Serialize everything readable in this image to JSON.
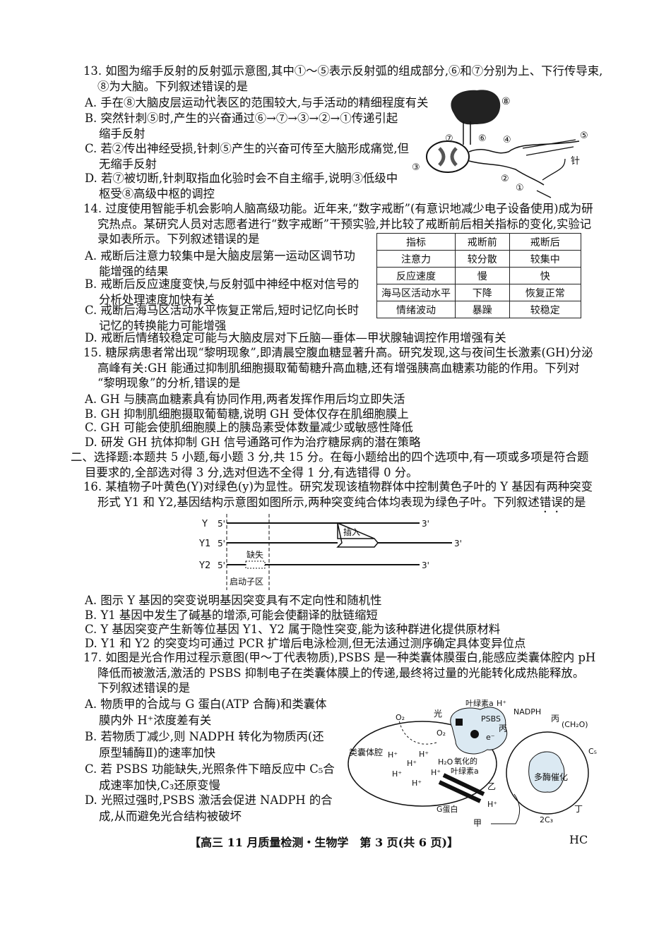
{
  "q13": {
    "stem": [
      "13. 如图为缩手反射的反射弧示意图,其中①～⑤表示反射弧的组成部分,⑥和⑦分别为上、下行传导束,",
      "⑧为大脑。下列叙述错误的是"
    ],
    "A": [
      "A. 手在⑧大脑皮层运动代表区的范围较大,与手活动的精细程度有关"
    ],
    "B": [
      "B. 突然针刺⑤时,产生的兴奋通过⑥→⑦→③→②→①传递引起",
      "缩手反射"
    ],
    "C": [
      "C. 若②传出神经受损,针刺⑤产生的兴奋可传至大脑形成痛觉,但",
      "无缩手反射"
    ],
    "D": [
      "D. 若⑦被切断,针刺取指血化验时会不自主缩手,说明③低级中",
      "枢受⑧高级中枢的调控"
    ],
    "figure": {
      "l8": "⑧",
      "l7": "⑦",
      "l6": "⑥",
      "l4": "④",
      "l5": "⑤",
      "l3": "③",
      "l2": "②",
      "l1": "①",
      "needle": "针"
    }
  },
  "q14": {
    "stem": [
      "14. 过度使用智能手机会影响人脑高级功能。近年来,“数字戒断”(有意识地减少电子设备使用)成为研",
      "究热点。某研究人员对志愿者进行“数字戒断”干预实验,并比较了戒断前后相关指标的变化,实验记",
      "录如表所示。下列叙述错误的是"
    ],
    "A": [
      "A. 戒断后注意力较集中是大脑皮层第一运动区调节功",
      "能增强的结果"
    ],
    "B": [
      "B. 戒断后反应速度变快,与反射弧中神经中枢对信号的",
      "分析处理速度加快有关"
    ],
    "C": [
      "C. 戒断后海马区活动水平恢复正常后,短时记忆向长时",
      "记忆的转换能力可能增强"
    ],
    "D": [
      "D. 戒断后情绪较稳定可能与大脑皮层对下丘脑—垂体—甲状腺轴调控作用增强有关"
    ],
    "table": {
      "headers": [
        "指标",
        "戒断前",
        "戒断后"
      ],
      "rows": [
        [
          "注意力",
          "较分散",
          "较集中"
        ],
        [
          "反应速度",
          "慢",
          "快"
        ],
        [
          "海马区活动水平",
          "下降",
          "恢复正常"
        ],
        [
          "情绪波动",
          "暴躁",
          "较稳定"
        ]
      ]
    }
  },
  "q15": {
    "stem": [
      "15. 糖尿病患者常出现“黎明现象”,即清晨空腹血糖显著升高。研究发现,这与夜间生长激素(GH)分泌",
      "高峰有关:GH 能通过抑制肌细胞摄取葡萄糖升高血糖,还有增强胰高血糖素功能的作用。下列对",
      "“黎明现象”的分析,错误的是"
    ],
    "A": [
      "A. GH 与胰高血糖素具有协同作用,两者发挥作用后均立即失活"
    ],
    "B": [
      "B. GH 抑制肌细胞摄取葡萄糖,说明 GH 受体仅存在肌细胞膜上"
    ],
    "C": [
      "C. GH 可能会使肌细胞膜上的胰岛素受体数量减少或敏感性降低"
    ],
    "D": [
      "D. 研发 GH 抗体抑制 GH 信号通路可作为治疗糖尿病的潜在策略"
    ]
  },
  "section2": [
    "二、选择题:本题共 5 小题,每小题 3 分,共 15 分。在每小题给出的四个选项中,有一项或多项是符合题",
    "目要求的,全部选对得 3 分,选对但选不全得 1 分,有选错得 0 分。"
  ],
  "q16": {
    "stem": [
      "16. 某植物子叶黄色(Y)对绿色(y)为显性。研究发现该植物群体中控制黄色子叶的 Y 基因有两种突变",
      "形式 Y1 和 Y2,基因结构示意图如图所示,两种突变纯合体均表现为绿色子叶。下列叙述错误的是"
    ],
    "figure": {
      "y": "Y",
      "y1": "Y1",
      "y2": "Y2",
      "five": "5'",
      "three": "3'",
      "insert": "插入",
      "deletion": "缺失",
      "promoter": "启动子区"
    },
    "A": [
      "A. 图示 Y 基因的突变说明基因突变具有不定向性和随机性"
    ],
    "B": [
      "B. Y1 基因中发生了碱基的增添,可能会使翻译的肽链缩短"
    ],
    "C": [
      "C. Y 基因突变产生新等位基因 Y1、Y2 属于隐性突变,能为该种群进化提供原材料"
    ],
    "D": [
      "D. Y1 和 Y2 的突变均可通过 PCR 扩增后电泳检测,但无法通过测序确定具体变异位点"
    ]
  },
  "q17": {
    "stem": [
      "17. 如图是光合作用过程示意图(甲～丁代表物质),PSBS 是一种类囊体膜蛋白,能感应类囊体腔内 pH",
      "降低而被激活,激活的 PSBS 抑制电子在类囊体膜上的传递,最终将过量的光能转化成热能释放。",
      "下列叙述错误的是"
    ],
    "A": [
      "A. 物质甲的合成与 G 蛋白(ATP 合酶)和类囊体",
      "膜内外 H⁺浓度差有关"
    ],
    "B": [
      "B. 若物质丁减少,则 NADPH 转化为物质丙(还",
      "原型辅酶Ⅱ)的速率加快"
    ],
    "C": [
      "C. 若 PSBS 功能缺失,光照条件下暗反应中 C₅合",
      "成速率加快,C₃还原变慢"
    ],
    "D": [
      "D. 光照过强时,PSBS 激活会促进 NADPH 的合",
      "成,从而避免光合结构被破坏"
    ],
    "figure": {
      "chl_a": "叶绿素a",
      "light": "光",
      "psbs": "PSBS",
      "o2a": "O₂",
      "o2b": "O₂",
      "h": "H⁺",
      "nadph": "NADPH",
      "bing1": "丙",
      "bing2": "丙",
      "ch2o": "(CH₂O)",
      "c5": "C₅",
      "lumen": "类囊体腔",
      "h2o": "H₂O",
      "oxchl": "氧化的",
      "oxchl2": "叶绿素a",
      "enzymes": "多酶催化",
      "yi": "乙",
      "jia": "甲",
      "gprotein": "G蛋白",
      "c3": "2C₃",
      "ding": "丁",
      "e": "e⁻"
    }
  },
  "footer": {
    "text": "【高三 11 月质量检测・生物学　第 3 页(共 6 页)】",
    "code": "HC"
  }
}
